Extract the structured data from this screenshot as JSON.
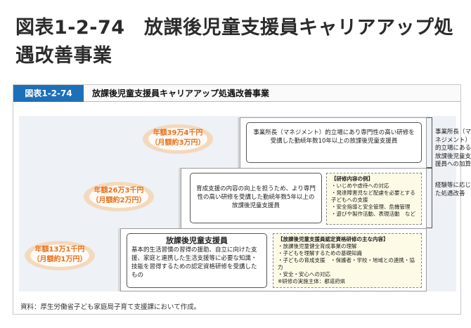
{
  "page_title": "図表1-2-74　放課後児童支援員キャリアアップ処遇改善事業",
  "figure": {
    "label": "図表1-2-74",
    "title": "放課後児童支援員キャリアアップ処遇改善事業"
  },
  "tiers": [
    {
      "salary_line1": "年額39万4千円",
      "salary_line2": "（月額約3万円）",
      "box_text": "事業所長（マネジメント）的立場にあり専門性の高い研修を受講した勤続年数10年以上の放課後児童支援員"
    },
    {
      "salary_line1": "年額26万3千円",
      "salary_line2": "（月額約2万円）",
      "box_text": "育成支援の内容の向上を担うため、より専門性の高い研修を受講した勤続年数5年以上の放課後児童支援員",
      "training_title": "【研修内容の例】",
      "training_items": [
        "・いじめや虐待への対応",
        "・発達障害児など配慮を必要とする子どもへの支援",
        "・安全指導と安全管理、危機管理",
        "・遊びや製作活動、表現活動　など"
      ]
    },
    {
      "salary_line1": "年額13万1千円",
      "salary_line2": "（月額約1万円）",
      "box_title": "放課後児童支援員",
      "box_text": "基本的生活習慣の習得の援助、自立に向けた支援、家庭と連携した生活支援等に必要な知識・技能を習得するための認定資格研修を受講したもの",
      "training_title": "【放課後児童支援員認定資格研修の主な内容】",
      "training_items": [
        "・放課後児童健全育成事業の理解",
        "・子どもを理解するための基礎知識",
        "・子どもの育成支援　・保護者・学校・地域との連携・協力",
        "・安全・安心への対応",
        "※研修の実施主体：都道府県"
      ]
    }
  ],
  "side_notes": [
    "事業所長（マネジメント）的立場にある放課後児童支援員への加算",
    "経験等に応じた処遇改善"
  ],
  "source": "資料：厚生労働省子ども家庭局子育て支援課において作成。",
  "colors": {
    "label_bg": "#1c6fb8",
    "salary_text": "#e8711c",
    "salary_glow": "#f7c48e"
  }
}
